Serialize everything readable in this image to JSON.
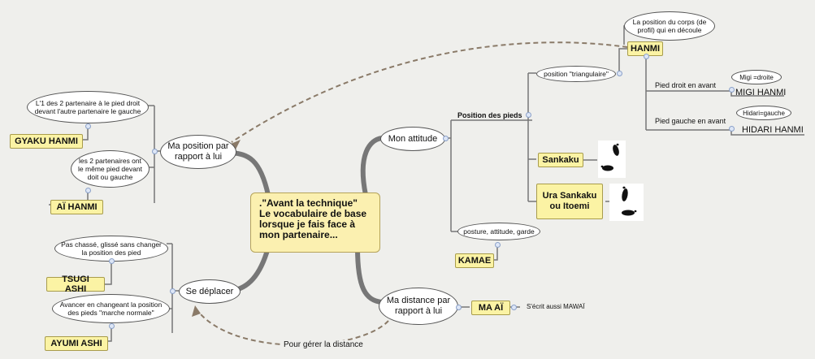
{
  "central": {
    "text": ".\"Avant la technique\" Le vocabulaire de base lorsque je fais face à mon partenaire..."
  },
  "branches": {
    "ma_position": "Ma position par rapport à lui",
    "se_deplacer": "Se déplacer",
    "mon_attitude": "Mon attitude",
    "ma_distance": "Ma distance par rapport à lui"
  },
  "position": {
    "gyaku_desc": "L'1 des 2 partenaire à le pied droit devant l'autre partenaire le gauche",
    "gyaku_label": "GYAKU HANMI",
    "ai_desc": "les 2 partenaires ont le même pied devant doit ou gauche",
    "ai_label": "AÏ HANMI"
  },
  "deplacer": {
    "tsugi_desc": "Pas chassé, glissé sans changer la position des pied",
    "tsugi_label": "TSUGI ASHI",
    "ayumi_desc": "Avancer en changeant la position des pieds \"marche normale\"",
    "ayumi_label": "AYUMI ASHI"
  },
  "attitude": {
    "position_pieds": "Position des pieds",
    "triangulaire": "position \"triangulaire\"",
    "hanmi_desc": "La position du corps (de profil) qui en découle",
    "hanmi": "HANMI",
    "pied_droit": "Pied droit en avant",
    "migi_desc": "Migi =droite",
    "migi": "MIGI HANMI",
    "pied_gauche": "Pied gauche en avant",
    "hidari_desc": "Hidari=gauche",
    "hidari": "HIDARI HANMI",
    "sankaku": "Sankaku",
    "ura": "Ura Sankaku ou Itoemi",
    "posture": "posture, attitude, garde",
    "kamae": "KAMAE"
  },
  "distance": {
    "ma_ai": "MA AÏ",
    "mawai_note": "S'écrit aussi MAWAÏ",
    "gerer": "Pour gérer la distance"
  },
  "icons": {
    "foot": "footprints-icon",
    "collapse": "collapse-dot-icon"
  }
}
